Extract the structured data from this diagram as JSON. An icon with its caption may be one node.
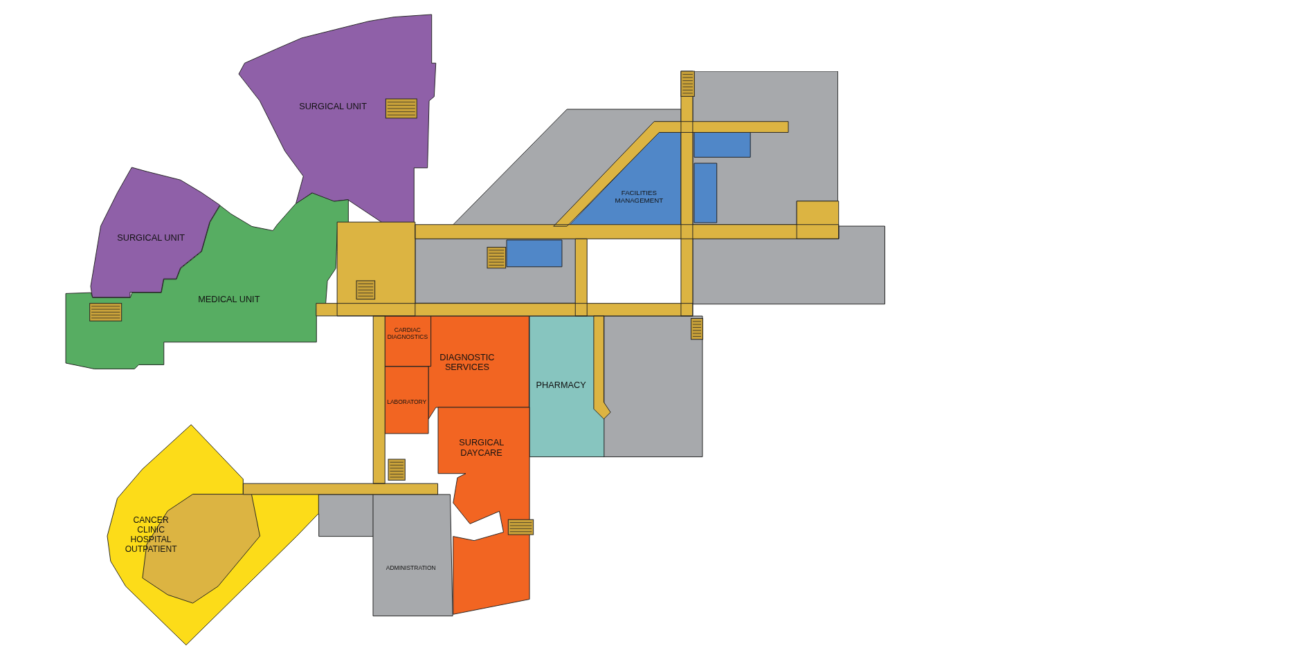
{
  "diagram": {
    "nodes": [
      {
        "text": [
          "SURGICAL UNIT"
        ]
      },
      {
        "text": [
          "SURGICAL UNIT"
        ]
      },
      {
        "text": [
          "MEDICAL UNIT"
        ]
      },
      {
        "text": [
          "FACILITIES MANAGEMENT"
        ]
      },
      {
        "text": [
          "CARDIAC DIAGNOSTICS"
        ]
      },
      {
        "text": [
          "DIAGNOSTIC SERVICES"
        ]
      },
      {
        "text": [
          "LABORATORY"
        ]
      },
      {
        "text": [
          "PHARMACY"
        ]
      },
      {
        "text": [
          "SURGICAL DAYCARE"
        ]
      },
      {
        "text": [
          "CANCER CLINIC HOSPITAL OUTPATIENT"
        ]
      },
      {
        "text": [
          "ADMINISTRATION"
        ]
      },
      {
        "text": [],
        "shape": "box"
      },
      {
        "text": [],
        "shape": "box"
      },
      {
        "text": [],
        "shape": "box",
        "in": 11
      },
      {
        "text": [],
        "shape": "box",
        "in": 11
      },
      {
        "text": [],
        "shape": "box"
      },
      {
        "text": [],
        "shape": "box",
        "in": 15
      },
      {
        "text": [],
        "shape": "box"
      },
      {
        "text": [],
        "shape": "box"
      },
      {
        "text": [],
        "shape": "box"
      }
    ]
  }
}
